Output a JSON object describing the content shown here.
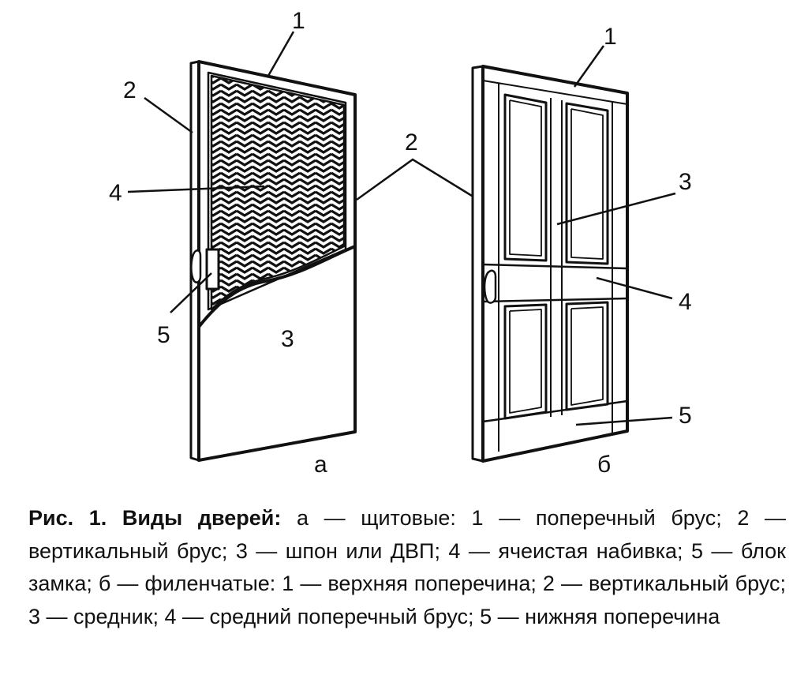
{
  "figure": {
    "door_a": {
      "sublabel": "а",
      "labels": {
        "l1": "1",
        "l2": "2",
        "l3": "3",
        "l4": "4",
        "l5": "5"
      }
    },
    "door_b": {
      "sublabel": "б",
      "labels": {
        "l1": "1",
        "l2": "2",
        "l3": "3",
        "l4": "4",
        "l5": "5"
      }
    }
  },
  "caption": {
    "title": "Рис. 1. Виды дверей:",
    "text": " а — щитовые: 1 — поперечный брус; 2 — вертикальный брус; 3 — шпон или ДВП; 4 — ячеистая набивка; 5 — блок замка; б — филенчатые: 1 — верхняя поперечина; 2 — вертикальный брус; 3 — средник; 4 — средний поперечный брус; 5 — нижняя поперечина"
  }
}
